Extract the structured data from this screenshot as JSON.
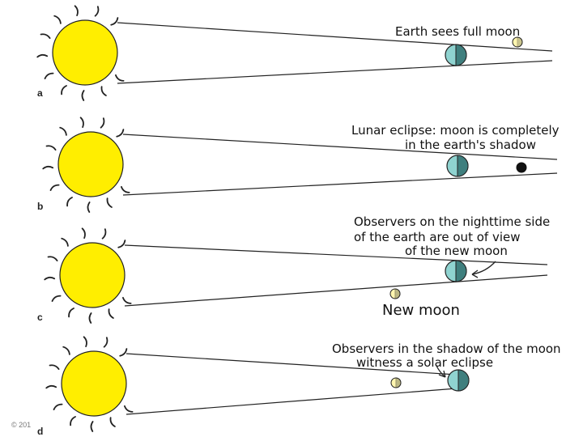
{
  "panels": [
    {
      "letter": "a",
      "lines": [
        "Earth sees full moon"
      ]
    },
    {
      "letter": "b",
      "lines": [
        "Lunar eclipse: moon is completely",
        "in the earth's shadow"
      ]
    },
    {
      "letter": "c",
      "lines": [
        "Observers on the nighttime side",
        "of the earth are out of view",
        "of the new moon"
      ],
      "sub_label": "New moon"
    },
    {
      "letter": "d",
      "lines": [
        "Observers in the shadow of the moon",
        "witness a solar eclipse"
      ]
    }
  ],
  "copyright": "© 201",
  "colors": {
    "sun": "#ffee00",
    "earth_day": "#8fd3d0",
    "earth_night": "#3f7f7e",
    "moon_lit": "#fff6b0",
    "moon_eclipsed": "#111111"
  }
}
